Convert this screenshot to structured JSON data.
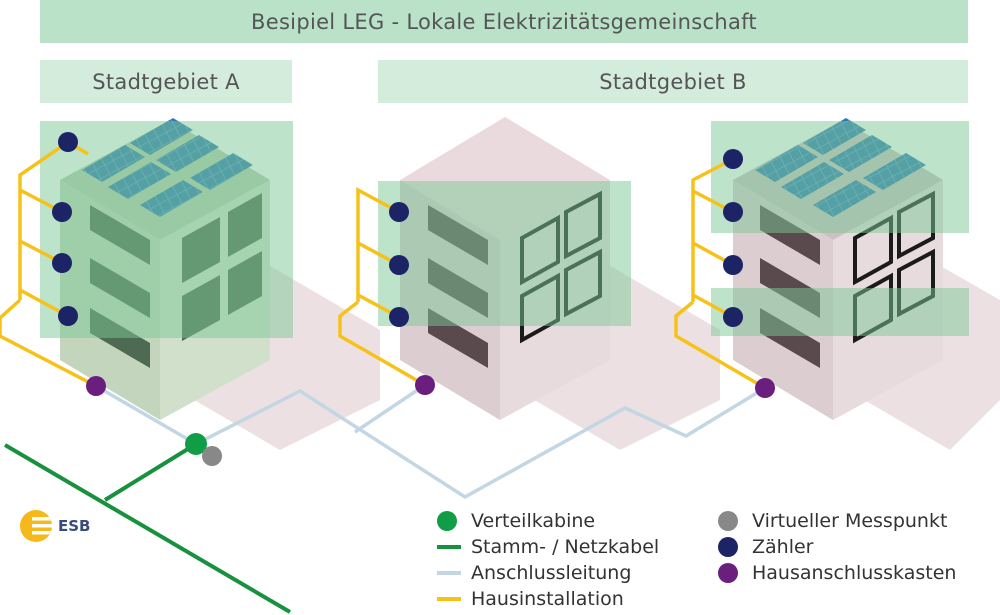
{
  "title": "Besipiel LEG - Lokale Elektrizitätsgemeinschaft",
  "areas": {
    "a": "Stadtgebiet A",
    "b": "Stadtgebiet B"
  },
  "logo": {
    "text": "ESB"
  },
  "legend": {
    "col1": [
      {
        "label": "Verteilkabine",
        "symbol": "dot",
        "color": "#0f9d45"
      },
      {
        "label": "Stamm- / Netzkabel",
        "symbol": "line",
        "color": "#18913e"
      },
      {
        "label": "Anschlussleitung",
        "symbol": "line",
        "color": "#c2d6e4"
      },
      {
        "label": "Hausinstallation",
        "symbol": "line",
        "color": "#f6c21a"
      }
    ],
    "col2": [
      {
        "label": "Virtueller Messpunkt",
        "symbol": "dot",
        "color": "#888888"
      },
      {
        "label": "Zähler",
        "symbol": "dot",
        "color": "#1c2466"
      },
      {
        "label": "Hausanschlusskasten",
        "symbol": "dot",
        "color": "#6a1f7e"
      }
    ]
  },
  "colors": {
    "banner": "#b9e2c8",
    "building": "#d5e4d0",
    "solar": "#2b6fa8",
    "shadow": "#e6d5d9",
    "overlay": "#7cc896"
  }
}
